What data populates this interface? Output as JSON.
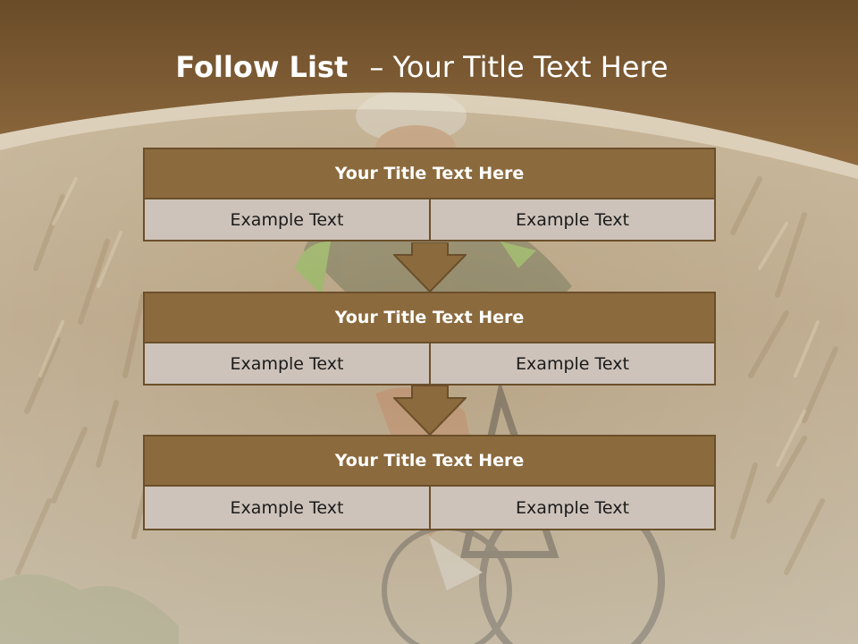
{
  "slide": {
    "title_bold": "Follow List",
    "title_rest": "– Your Title Text Here",
    "colors": {
      "header_brown": "#7d5b33",
      "block_title_bg": "#8b6a3d",
      "cell_bg": "#cdc3ba",
      "border": "#6b4f2b"
    }
  },
  "blocks": [
    {
      "title": "Your Title Text Here",
      "left_text": "Example Text",
      "right_text": "Example Text"
    },
    {
      "title": "Your Title Text Here",
      "left_text": "Example Text",
      "right_text": "Example Text"
    },
    {
      "title": "Your Title Text Here",
      "left_text": "Example Text",
      "right_text": "Example Text"
    }
  ],
  "icons": [
    "down-arrow-icon"
  ]
}
